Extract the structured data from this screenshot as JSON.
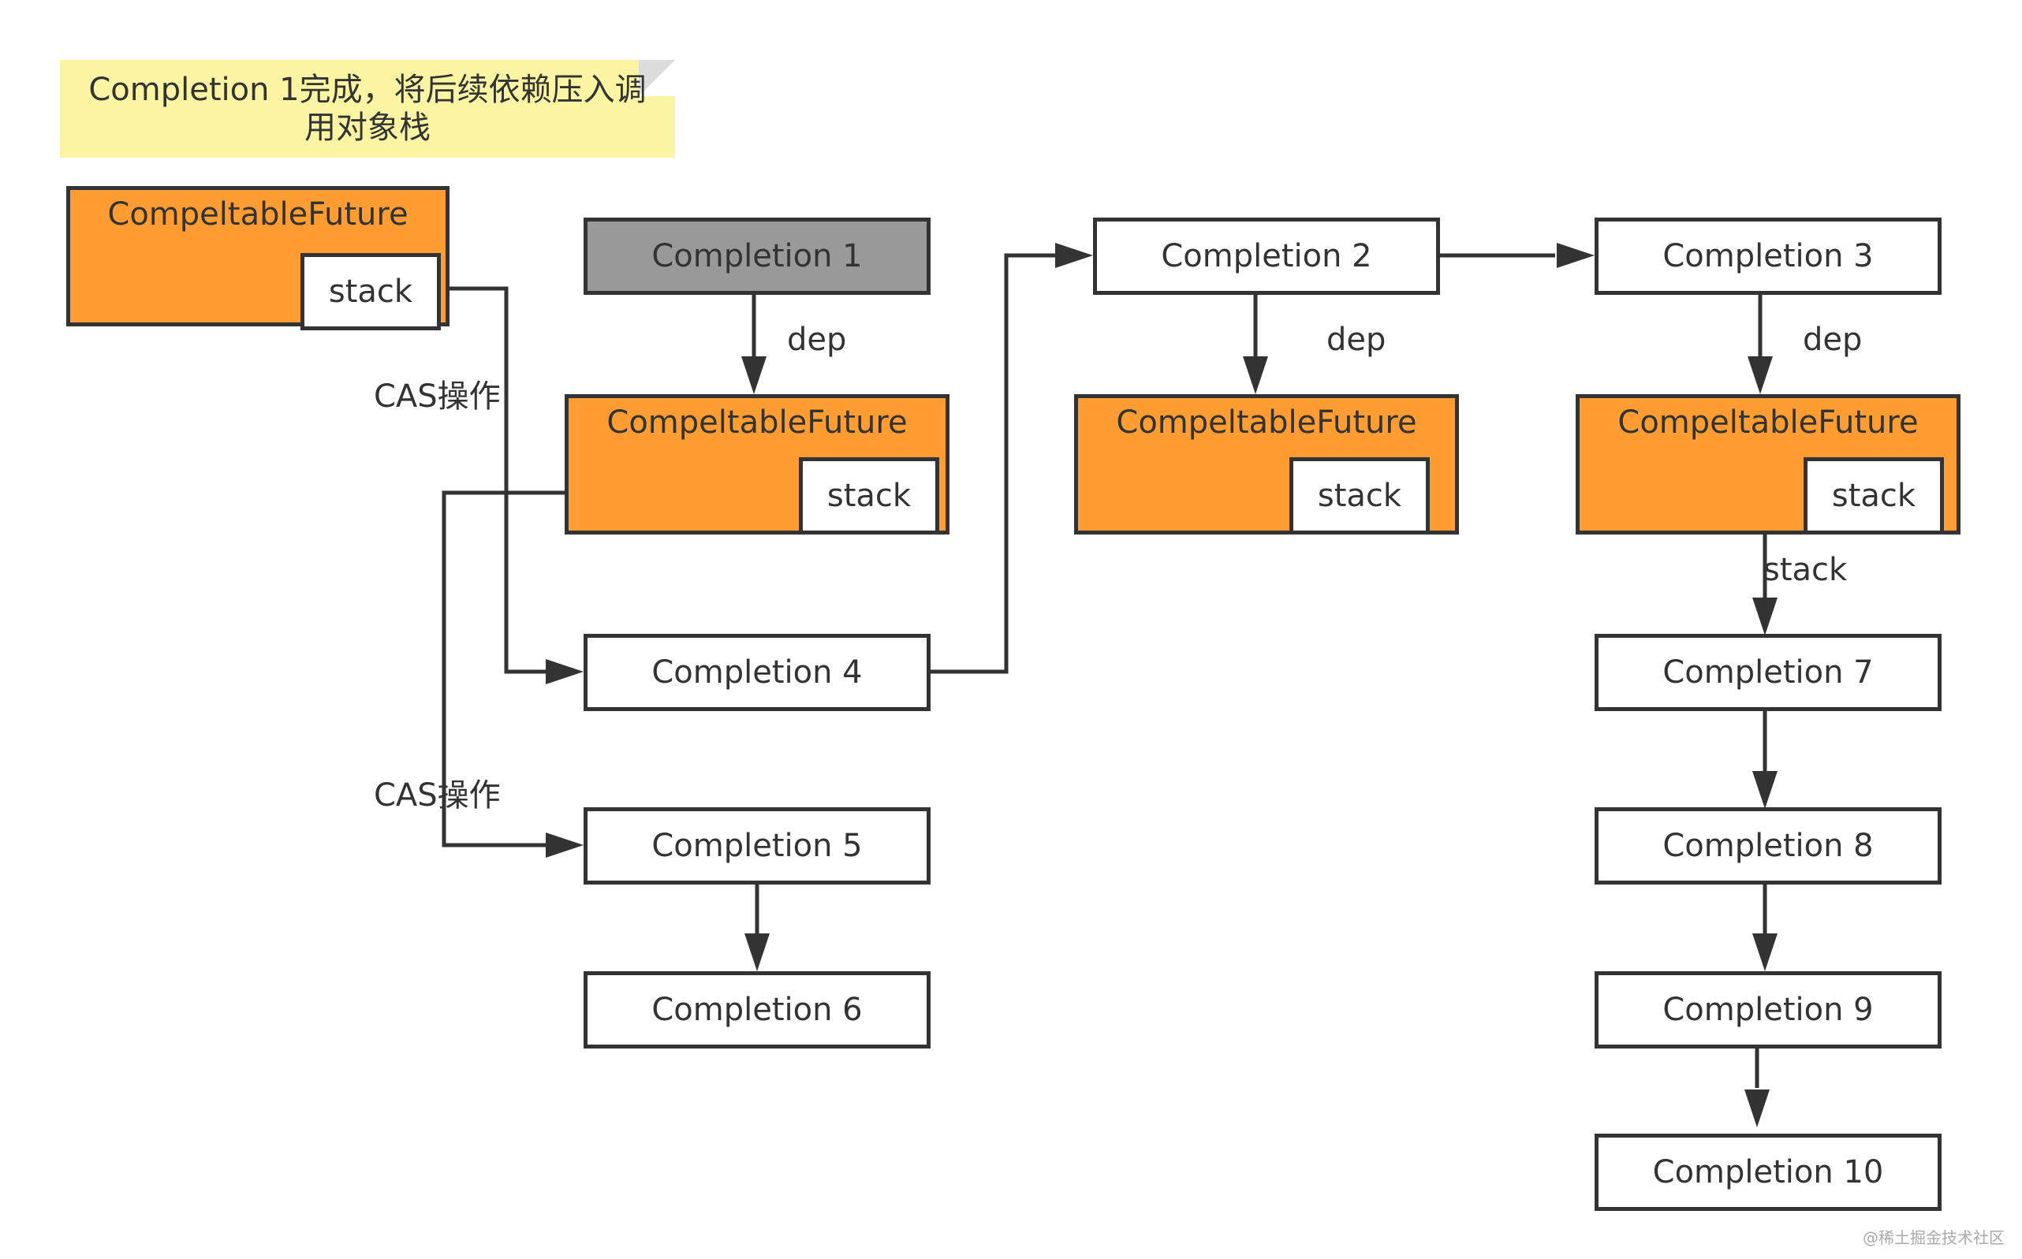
{
  "note": {
    "text": "Completion 1完成，将后续依赖压入调用对象栈"
  },
  "futures": {
    "top_left": {
      "title": "CompeltableFuture",
      "stack": "stack"
    },
    "c1": {
      "title": "CompeltableFuture",
      "stack": "stack"
    },
    "c2": {
      "title": "CompeltableFuture",
      "stack": "stack"
    },
    "c3": {
      "title": "CompeltableFuture",
      "stack": "stack"
    }
  },
  "completions": {
    "c1": "Completion 1",
    "c2": "Completion 2",
    "c3": "Completion 3",
    "c4": "Completion 4",
    "c5": "Completion 5",
    "c6": "Completion 6",
    "c7": "Completion 7",
    "c8": "Completion 8",
    "c9": "Completion 9",
    "c10": "Completion 10"
  },
  "labels": {
    "dep1": "dep",
    "dep2": "dep",
    "dep3": "dep",
    "cas1": "CAS操作",
    "cas2": "CAS操作",
    "stack_edge": "stack"
  },
  "watermark": "@稀土掘金技术社区",
  "colors": {
    "future_fill": "#ff9d33",
    "completed_fill": "#999999",
    "note_fill": "#fbf5a3",
    "stroke": "#333333"
  }
}
